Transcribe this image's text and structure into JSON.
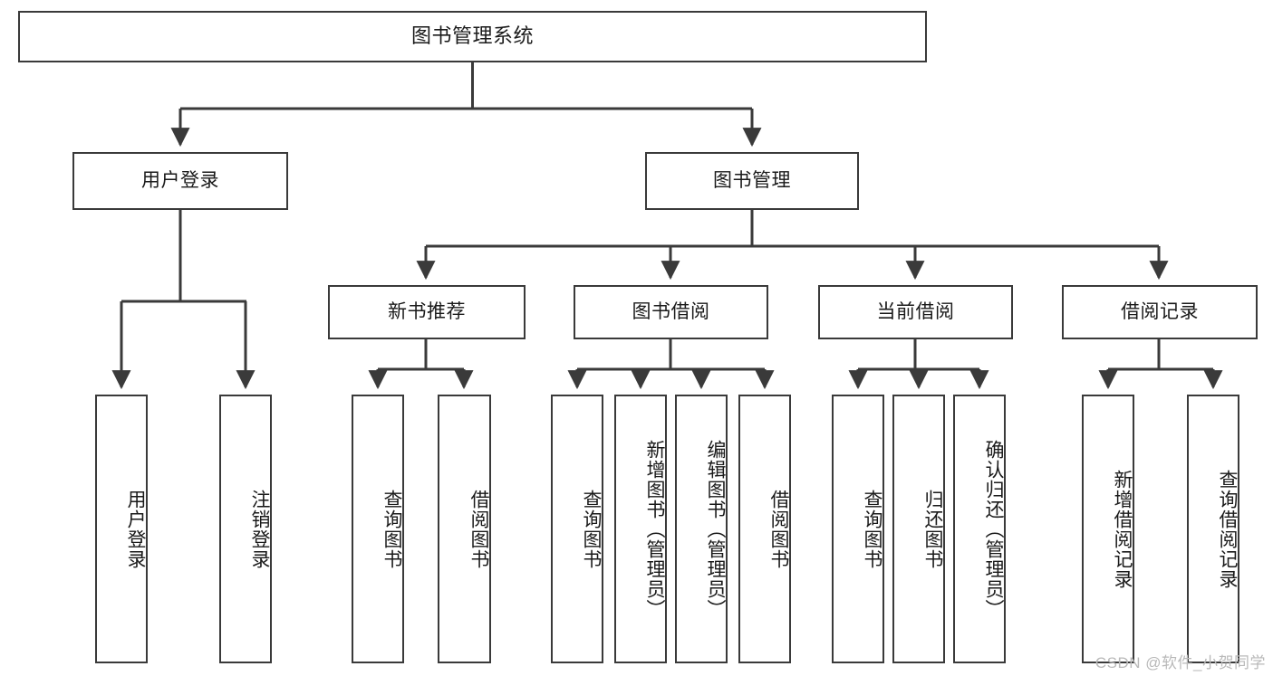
{
  "diagram": {
    "title": "图书管理系统",
    "type": "tree-hierarchy",
    "stroke_color": "#3a3a3a",
    "background_color": "#ffffff",
    "text_color": "#1a1a1a"
  },
  "root": {
    "label": "图书管理系统"
  },
  "level2": [
    {
      "label": "用户登录"
    },
    {
      "label": "图书管理"
    }
  ],
  "level3": [
    {
      "label": "新书推荐"
    },
    {
      "label": "图书借阅"
    },
    {
      "label": "当前借阅"
    },
    {
      "label": "借阅记录"
    }
  ],
  "leaves": {
    "user_login": [
      {
        "label": "用户登录"
      },
      {
        "label": "注销登录"
      }
    ],
    "new_book_recommend": [
      {
        "label": "查询图书"
      },
      {
        "label": "借阅图书"
      }
    ],
    "book_borrow": [
      {
        "label": "查询图书"
      },
      {
        "label": "新增图书（管理员）"
      },
      {
        "label": "编辑图书（管理员）"
      },
      {
        "label": "借阅图书"
      }
    ],
    "current_borrow": [
      {
        "label": "查询图书"
      },
      {
        "label": "归还图书"
      },
      {
        "label": "确认归还（管理员）"
      }
    ],
    "borrow_record": [
      {
        "label": "新增借阅记录"
      },
      {
        "label": "查询借阅记录"
      }
    ]
  },
  "watermark": {
    "text": "CSDN @软件_小贺同学"
  }
}
